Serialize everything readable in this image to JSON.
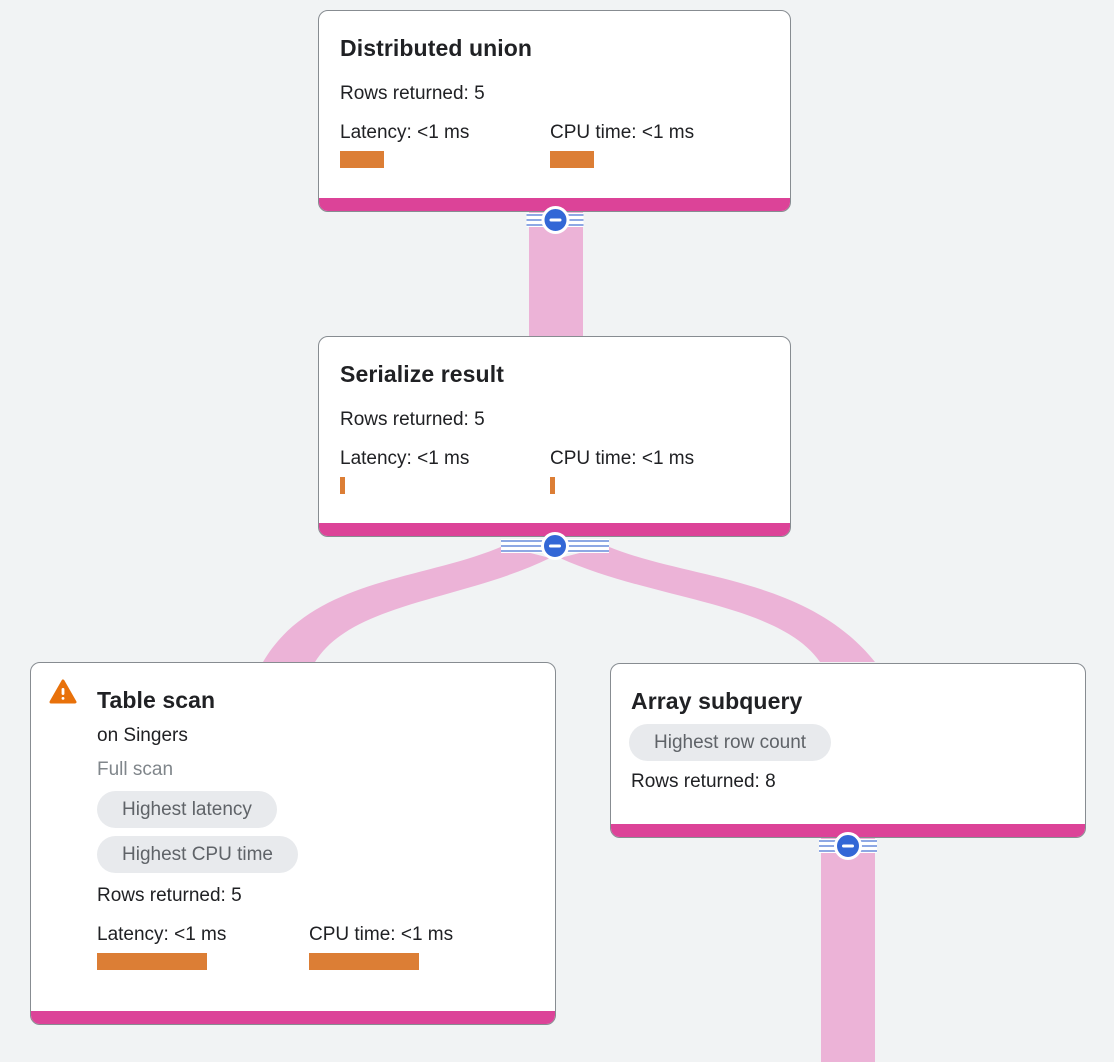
{
  "colors": {
    "background": "#f1f3f4",
    "node_accent_magenta": "#dc4398",
    "edge_pink": "#ecb3d7",
    "metric_bar_orange": "#dc7e35",
    "expander_blue": "#3367d6",
    "warning_orange": "#e8710a",
    "badge_bg": "#e8eaed",
    "badge_text": "#5f6368",
    "text": "#202124",
    "muted_text": "#80868b"
  },
  "nodes": [
    {
      "title": "Distributed union",
      "rows_returned": "Rows returned: 5",
      "latency_label": "Latency: <1 ms",
      "cpu_label": "CPU time: <1 ms",
      "latency_bar_style": "width:44px",
      "cpu_bar_style": "width:44px"
    },
    {
      "title": "Serialize result",
      "rows_returned": "Rows returned: 5",
      "latency_label": "Latency: <1 ms",
      "cpu_label": "CPU time: <1 ms",
      "latency_bar_style": "width:5px",
      "cpu_bar_style": "width:5px"
    },
    {
      "title": "Table scan",
      "warning_icon": "warning-triangle-icon",
      "subtitle": "on Singers",
      "scan_type": "Full scan",
      "badges": [
        "Highest latency",
        "Highest CPU time"
      ],
      "rows_returned": "Rows returned: 5",
      "latency_label": "Latency: <1 ms",
      "cpu_label": "CPU time: <1 ms",
      "latency_bar_style": "width:110px",
      "cpu_bar_style": "width:110px"
    },
    {
      "title": "Array subquery",
      "badges": [
        "Highest row count"
      ],
      "rows_returned": "Rows returned: 8"
    }
  ],
  "expanders": [
    {
      "icon": "minus-circle-icon",
      "state": "expanded"
    },
    {
      "icon": "minus-circle-icon",
      "state": "expanded"
    },
    {
      "icon": "minus-circle-icon",
      "state": "expanded"
    }
  ]
}
